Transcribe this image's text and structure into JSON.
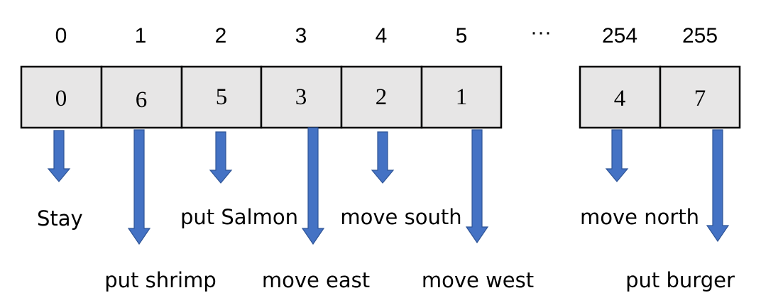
{
  "indices": [
    "0",
    "1",
    "2",
    "3",
    "4",
    "5",
    "254",
    "255"
  ],
  "ellipsis": "···",
  "values": [
    "0",
    "6",
    "5",
    "3",
    "2",
    "1",
    "4",
    "7"
  ],
  "actions": [
    "Stay",
    "put shrimp",
    "put Salmon",
    "move east",
    "move south",
    "move west",
    "move north",
    "put burger"
  ],
  "colors": {
    "cell_fill": "#e7e6e6",
    "cell_border": "#000000",
    "arrow": "#4472c4"
  }
}
